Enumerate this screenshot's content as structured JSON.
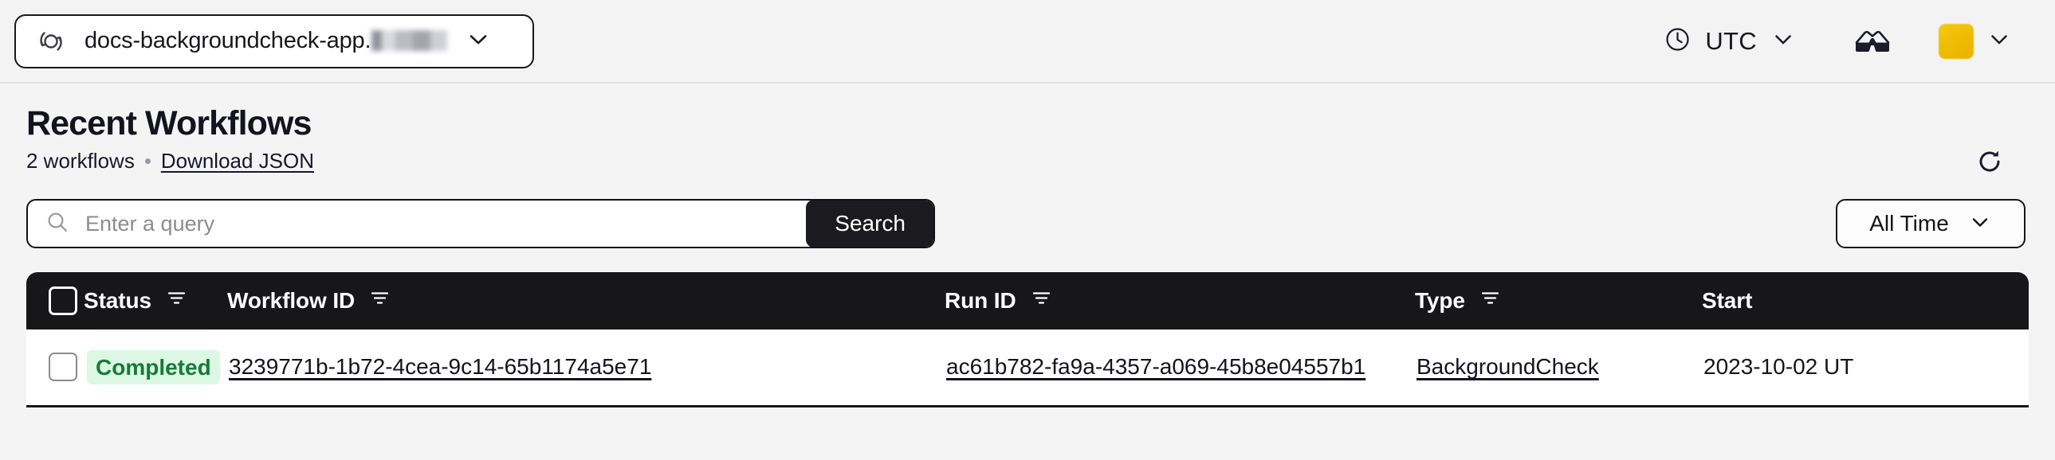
{
  "topbar": {
    "namespace_selector": {
      "icon": "namespace-circle-arrows-icon",
      "label": "docs-backgroundcheck-app.",
      "redacted_suffix": true,
      "caret": "chevron-down-icon"
    },
    "timezone": {
      "icon": "clock-icon",
      "label": "UTC",
      "caret": "chevron-down-icon"
    },
    "glasses_button": {
      "icon": "glasses-icon"
    },
    "user_menu": {
      "avatar": "avatar-yellow",
      "caret": "chevron-down-icon"
    }
  },
  "page": {
    "title": "Recent Workflows",
    "count_label": "2 workflows",
    "separator": "•",
    "download_link": "Download JSON",
    "refresh_icon": "refresh-icon"
  },
  "search": {
    "icon": "search-icon",
    "value": "",
    "placeholder": "Enter a query",
    "button_label": "Search"
  },
  "time_filter": {
    "label": "All Time",
    "caret": "chevron-down-icon"
  },
  "table": {
    "select_all_checkbox": false,
    "columns": [
      {
        "key": "checkbox",
        "label": "",
        "filter": false
      },
      {
        "key": "status",
        "label": "Status",
        "filter": true
      },
      {
        "key": "workflow_id",
        "label": "Workflow ID",
        "filter": true
      },
      {
        "key": "run_id",
        "label": "Run ID",
        "filter": true
      },
      {
        "key": "type",
        "label": "Type",
        "filter": true
      },
      {
        "key": "start",
        "label": "Start",
        "filter": false
      }
    ],
    "rows": [
      {
        "checked": false,
        "status": "Completed",
        "workflow_id": "3239771b-1b72-4cea-9c14-65b1174a5e71",
        "run_id": "ac61b782-fa9a-4357-a069-45b8e04557b1",
        "type": "BackgroundCheck",
        "start": "2023-10-02 UT"
      }
    ]
  },
  "colors": {
    "header_bar": "#17171a",
    "status_completed_bg": "#dcf7e3",
    "status_completed_text": "#157c37",
    "accent_dark": "#1b1b1f",
    "avatar_yellow": "#f0bc05",
    "page_bg": "#f4f4f5"
  }
}
